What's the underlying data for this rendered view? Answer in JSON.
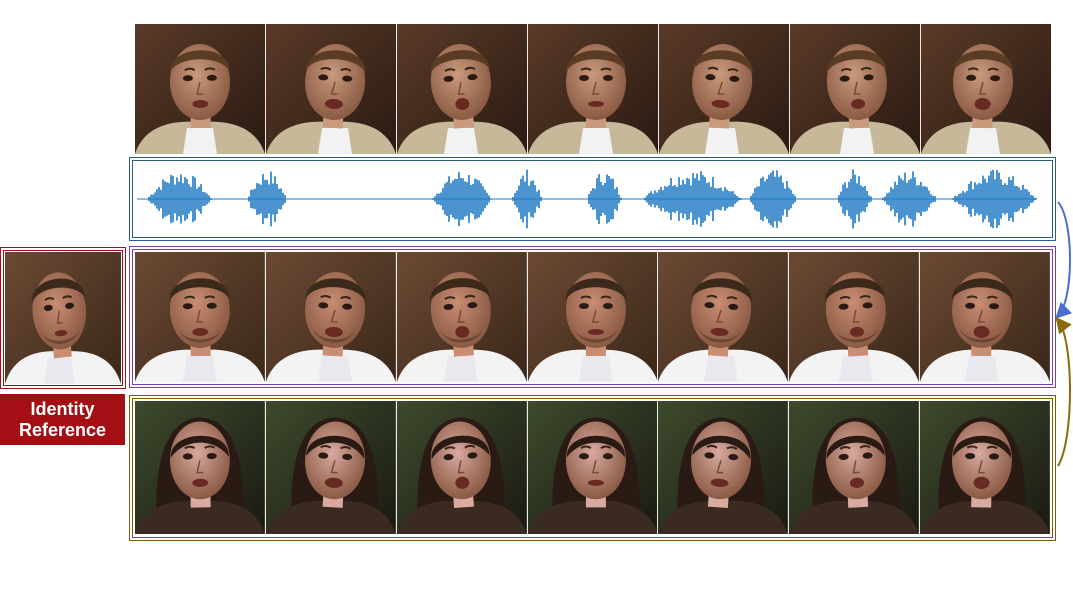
{
  "labels": {
    "identity_reference": [
      "Identity",
      "Reference"
    ]
  },
  "colors": {
    "audio_box": "#2b5f7a",
    "waveform": "#1f7ac4",
    "generated_box": "#7b3f9e",
    "reference_box": "#a30f14",
    "reference_label_bg": "#a30f14",
    "motion_box": "#7a5c0b",
    "arrow_audio": "#4a6fd0",
    "arrow_motion": "#8a6a0a"
  },
  "rows": {
    "driving_video": {
      "frames": 7,
      "icon": "face-frame-icon"
    },
    "generated_video": {
      "frames": 7,
      "icon": "face-frame-icon"
    },
    "motion_video": {
      "frames": 7,
      "icon": "face-frame-icon"
    }
  }
}
